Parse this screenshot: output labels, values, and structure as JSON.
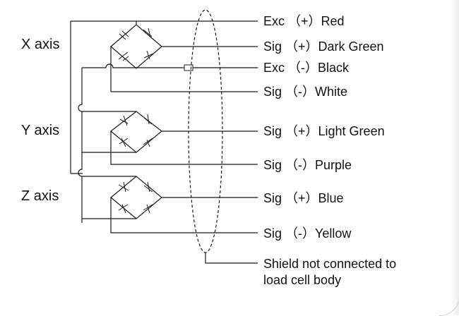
{
  "axes": {
    "x": "X axis",
    "y": "Y axis",
    "z": "Z axis"
  },
  "wires": [
    "Exc （+）Red",
    "Sig （+）Dark Green",
    "Exc （-）Black",
    "Sig （-）White",
    "Sig （+）Light Green",
    "Sig （-）Purple",
    "Sig （+）Blue",
    "Sig （-）Yellow"
  ],
  "shield_note": {
    "line1": "Shield not connected to",
    "line2": "load cell body"
  }
}
